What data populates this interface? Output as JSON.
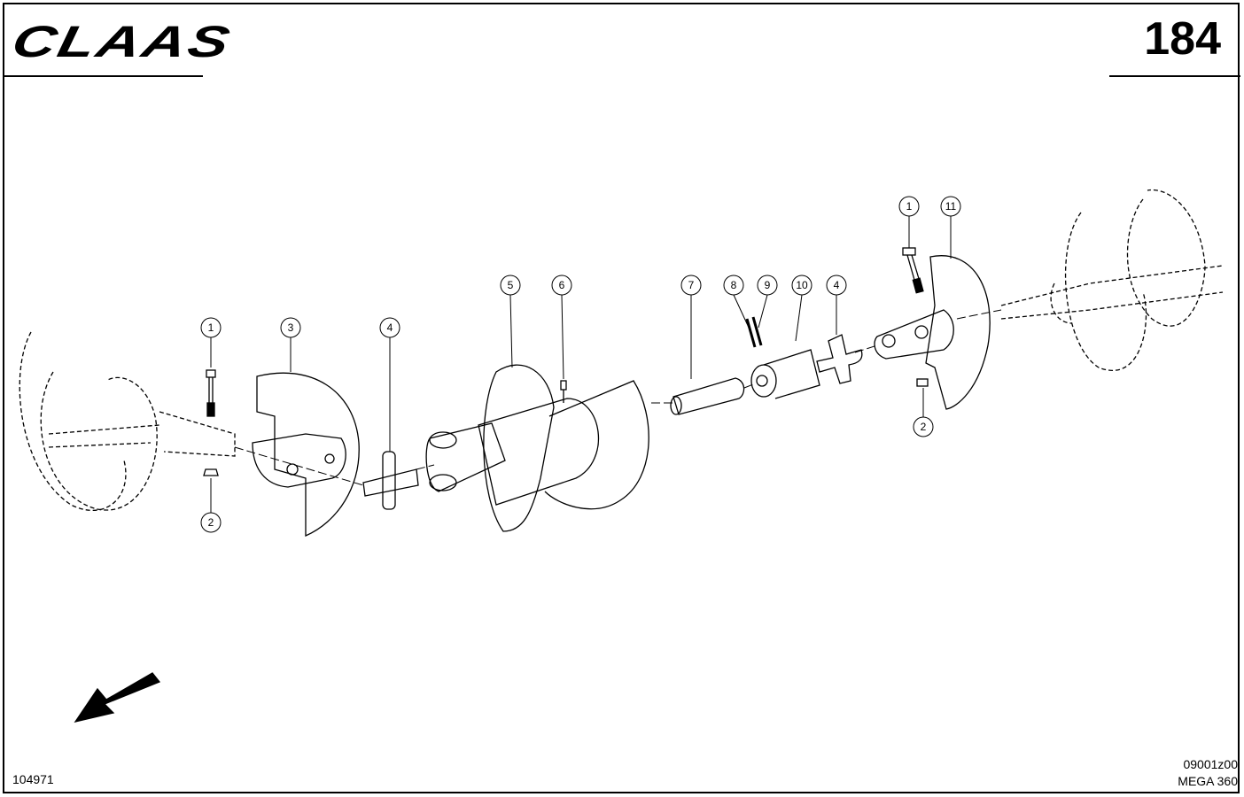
{
  "header": {
    "brand": "CLAAS",
    "page_number": "184"
  },
  "footer": {
    "drawing_number": "104971",
    "code": "09001z00",
    "model": "MEGA 360"
  },
  "callouts": [
    "1",
    "2",
    "3",
    "4",
    "5",
    "6",
    "7",
    "8",
    "9",
    "10",
    "4",
    "1",
    "11",
    "2"
  ]
}
